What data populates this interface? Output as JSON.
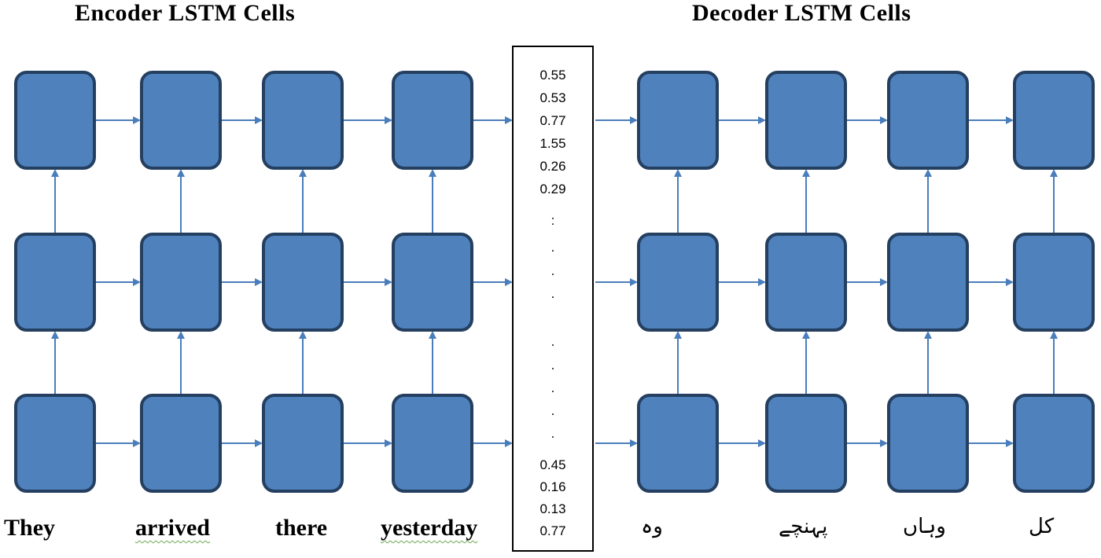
{
  "encoder_title": "Encoder LSTM Cells",
  "decoder_title": "Decoder LSTM Cells",
  "encoder_words": [
    {
      "text": "They",
      "spellcheck": false
    },
    {
      "text": "arrived",
      "spellcheck": true
    },
    {
      "text": "there",
      "spellcheck": false
    },
    {
      "text": "yesterday",
      "spellcheck": true
    }
  ],
  "decoder_words": [
    "وہ",
    "پہنچے",
    "وہاں",
    "کل"
  ],
  "context_vector": {
    "top_values": [
      "0.55",
      "0.53",
      "0.77",
      "1.55",
      "0.26",
      "0.29"
    ],
    "ellipsis": [
      ":",
      ".",
      ".",
      ".",
      ".",
      ".",
      ".",
      ".",
      "."
    ],
    "bottom_values": [
      "0.45",
      "0.16",
      "0.13",
      "0.77"
    ]
  },
  "colors": {
    "cell_fill": "#4f81bd",
    "cell_stroke": "#243f60",
    "arrow": "#4a7ebb"
  }
}
